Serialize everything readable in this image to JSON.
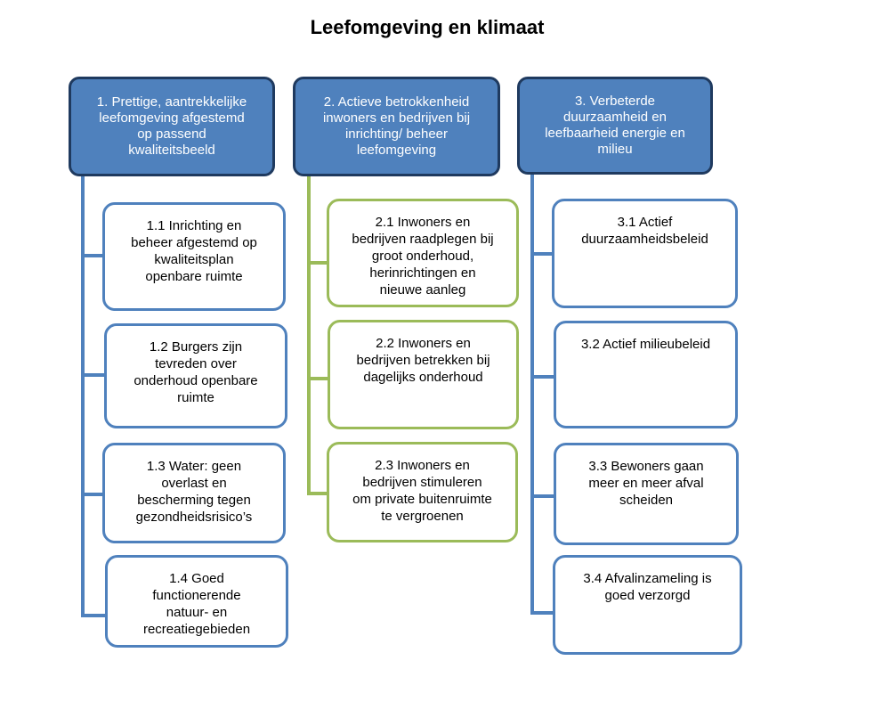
{
  "title": "Leefomgeving en klimaat",
  "colors": {
    "blue": "#4f81bd",
    "green": "#9bbb59",
    "header_border": "#1f3a5f"
  },
  "columns": [
    {
      "heading": "1. Prettige, aantrekkelijke\nleefomgeving afgestemd\nop passend\nkwaliteitsbeeld",
      "items": [
        "1.1 Inrichting en\nbeheer afgestemd op\nkwaliteitsplan\nopenbare ruimte",
        "1.2 Burgers zijn\ntevreden over\nonderhoud openbare\nruimte",
        "1.3 Water: geen\noverlast en\nbescherming tegen\ngezondheidsrisico’s",
        "1.4 Goed\nfunctionerende\nnatuur- en\nrecreatiegebieden"
      ]
    },
    {
      "heading": "2. Actieve betrokkenheid\ninwoners en bedrijven bij\ninrichting/ beheer\nleefomgeving",
      "items": [
        "2.1 Inwoners en\nbedrijven raadplegen bij\ngroot onderhoud,\nherinrichtingen en\nnieuwe aanleg",
        "2.2 Inwoners en\nbedrijven betrekken bij\ndagelijks onderhoud",
        "2.3 Inwoners en\nbedrijven stimuleren\nom private buitenruimte\nte vergroenen"
      ]
    },
    {
      "heading": "3. Verbeterde\nduurzaamheid en\nleefbaarheid energie en\nmilieu",
      "items": [
        "3.1 Actief\nduurzaamheidsbeleid",
        "3.2 Actief milieubeleid",
        "3.3 Bewoners gaan\nmeer en meer afval\nscheiden",
        "3.4 Afvalinzameling is\ngoed verzorgd"
      ]
    }
  ]
}
